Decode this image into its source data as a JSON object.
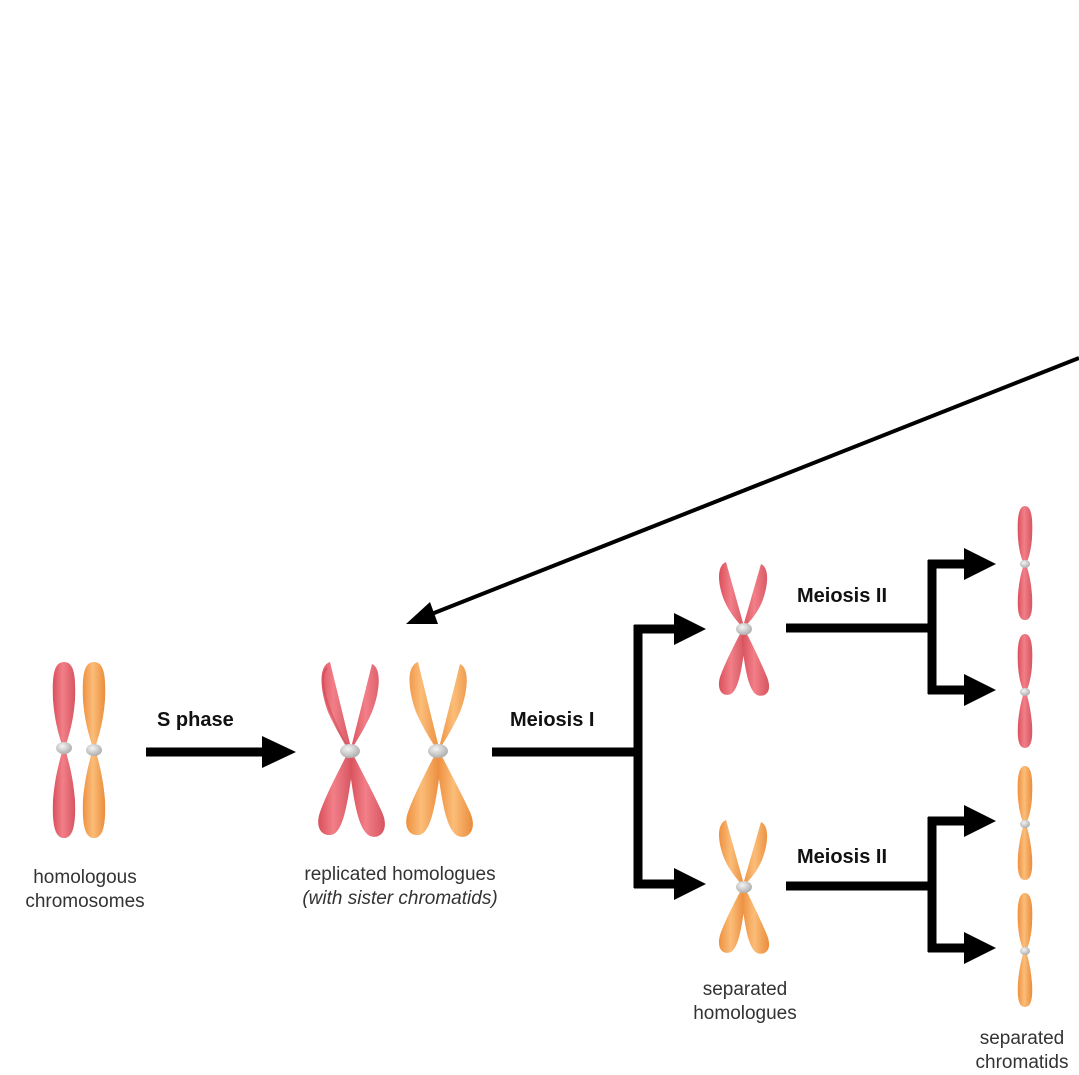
{
  "diagram": {
    "labels": {
      "homologous_line1": "homologous",
      "homologous_line2": "chromosomes",
      "replicated_line1": "replicated homologues",
      "replicated_line2": "(with sister chromatids)",
      "separated_homologues_line1": "separated",
      "separated_homologues_line2": "homologues",
      "separated_chromatids_line1": "separated",
      "separated_chromatids_line2": "chromatids"
    },
    "steps": {
      "s_phase": "S phase",
      "meiosis_1": "Meiosis I",
      "meiosis_2_top": "Meiosis II",
      "meiosis_2_bottom": "Meiosis II"
    },
    "colors": {
      "red_chromosome": "#e8646e",
      "orange_chromosome": "#f4a14f",
      "centromere": "#c8c8c8",
      "arrow": "#000000"
    }
  }
}
